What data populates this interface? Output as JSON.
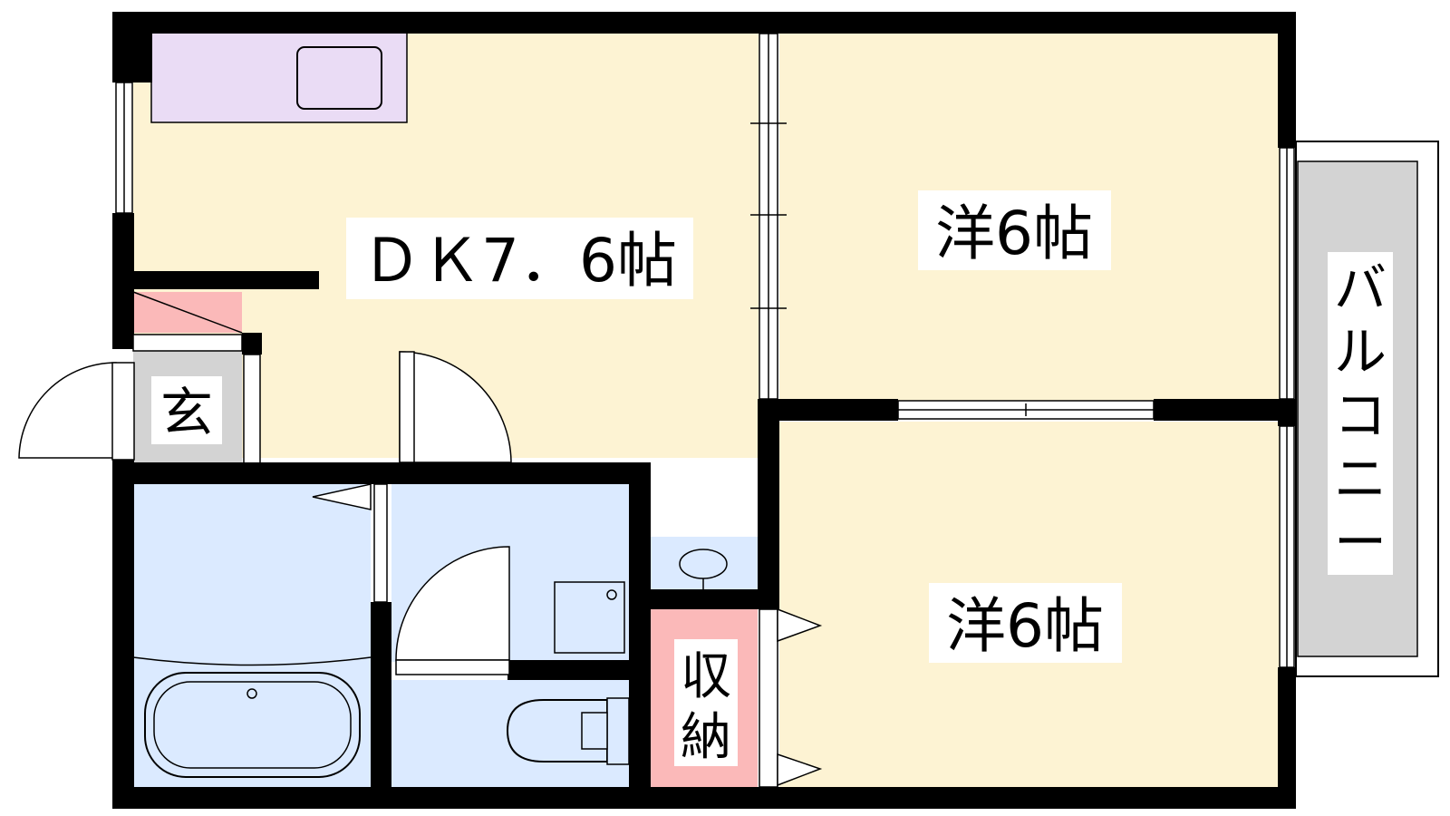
{
  "rooms": {
    "dk": {
      "label": "ＤＫ7．6帖",
      "color": "#fdf3d3"
    },
    "western_upper": {
      "label": "洋6帖",
      "color": "#fdf3d3"
    },
    "western_lower": {
      "label": "洋6帖",
      "color": "#fdf3d3"
    },
    "entrance": {
      "label": "玄",
      "color": "#d3d3d3"
    },
    "storage": {
      "label_line1": "収",
      "label_line2": "納",
      "color": "#fbb9b9"
    },
    "balcony": {
      "label_chars": [
        "バ",
        "ル",
        "コ",
        "ニ",
        "ー"
      ],
      "color": "#d3d3d3"
    },
    "bath": {
      "color": "#dbeaff"
    },
    "washroom": {
      "color": "#dbeaff"
    },
    "toilet": {
      "color": "#dbeaff"
    },
    "kitchen_counter": {
      "color": "#eadcf5"
    },
    "shoe_closet": {
      "color": "#fbb9b9"
    }
  },
  "colors": {
    "wall": "#000000",
    "room_floor": "#fdf3d3",
    "wet_area": "#dbeaff"
  }
}
